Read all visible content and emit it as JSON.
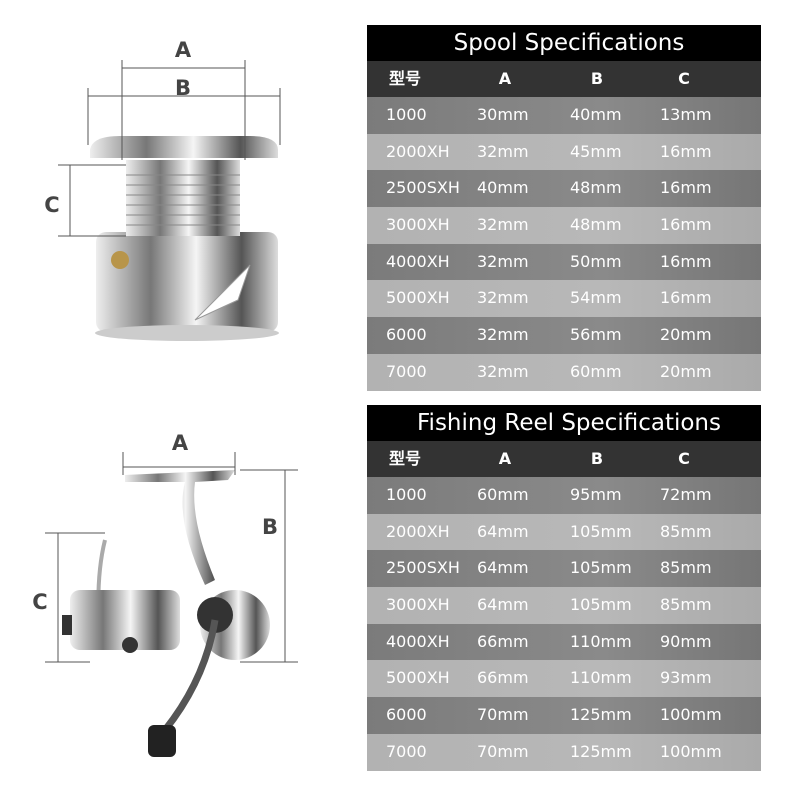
{
  "diagram_labels": {
    "a": "A",
    "b": "B",
    "c": "C"
  },
  "spool_table": {
    "title": "Spool Specifications",
    "headers": [
      "型号",
      "A",
      "B",
      "C"
    ],
    "rows": [
      [
        "1000",
        "30mm",
        "40mm",
        "13mm"
      ],
      [
        "2000XH",
        "32mm",
        "45mm",
        "16mm"
      ],
      [
        "2500SXH",
        "40mm",
        "48mm",
        "16mm"
      ],
      [
        "3000XH",
        "32mm",
        "48mm",
        "16mm"
      ],
      [
        "4000XH",
        "32mm",
        "50mm",
        "16mm"
      ],
      [
        "5000XH",
        "32mm",
        "54mm",
        "16mm"
      ],
      [
        "6000",
        "32mm",
        "56mm",
        "20mm"
      ],
      [
        "7000",
        "32mm",
        "60mm",
        "20mm"
      ]
    ]
  },
  "reel_table": {
    "title": "Fishing Reel Specifications",
    "headers": [
      "型号",
      "A",
      "B",
      "C"
    ],
    "rows": [
      [
        "1000",
        "60mm",
        "95mm",
        "72mm"
      ],
      [
        "2000XH",
        "64mm",
        "105mm",
        "85mm"
      ],
      [
        "2500SXH",
        "64mm",
        "105mm",
        "85mm"
      ],
      [
        "3000XH",
        "64mm",
        "105mm",
        "85mm"
      ],
      [
        "4000XH",
        "66mm",
        "110mm",
        "90mm"
      ],
      [
        "5000XH",
        "66mm",
        "110mm",
        "93mm"
      ],
      [
        "6000",
        "70mm",
        "125mm",
        "100mm"
      ],
      [
        "7000",
        "70mm",
        "125mm",
        "100mm"
      ]
    ]
  }
}
